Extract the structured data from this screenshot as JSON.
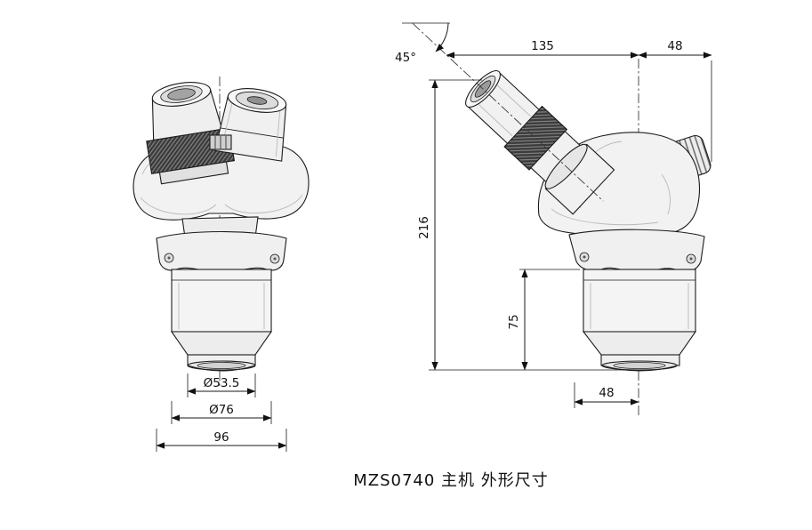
{
  "title": "MZS0740 主机 外形尺寸",
  "front_view": {
    "dim_lens_diameter": "Ø53.5",
    "dim_barrel_diameter": "Ø76",
    "dim_overall_width": "96"
  },
  "side_view": {
    "dim_eyepiece_angle": "45°",
    "dim_top_length": "135",
    "dim_top_offset": "48",
    "dim_overall_height": "216",
    "dim_lower_height": "75",
    "dim_bottom_offset": "48"
  }
}
